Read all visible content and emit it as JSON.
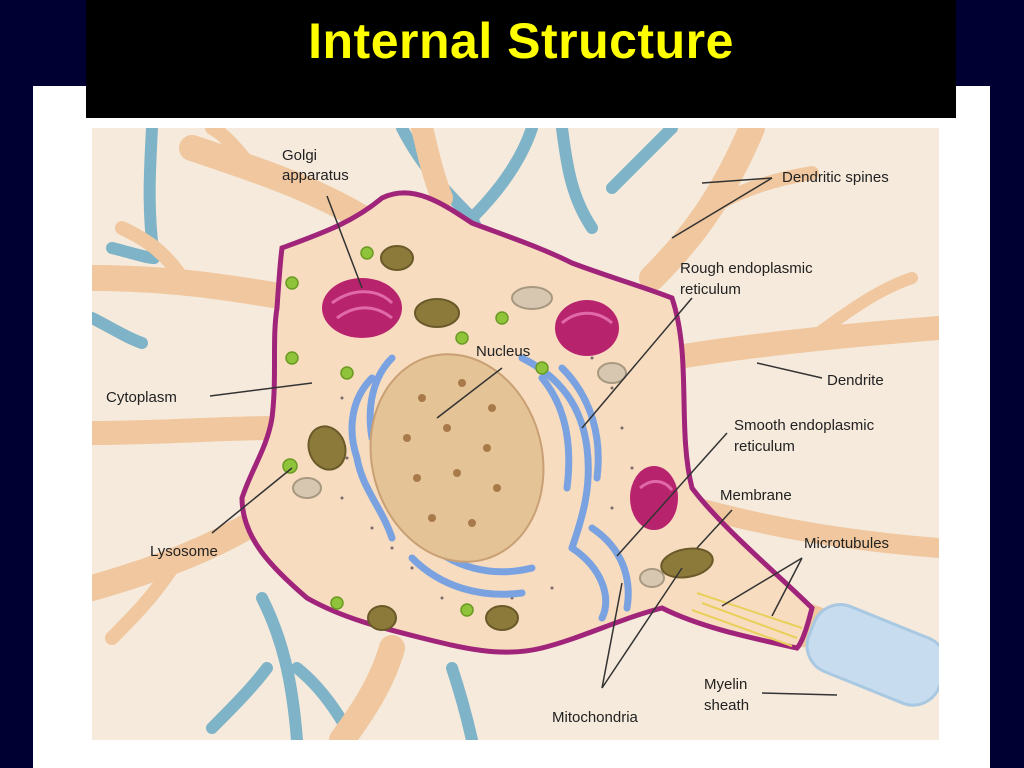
{
  "slide": {
    "title": "Internal Structure",
    "colors": {
      "background": "#000033",
      "title_bar": "#000000",
      "title_text": "#ffff00",
      "panel": "#ffffff",
      "cell_body": "#f7dcc0",
      "membrane": "#a0247a",
      "golgi": "#b8236e",
      "er": "#7aa2e0",
      "nucleus": "#e4c396",
      "mitochondria": "#8c7a3a",
      "lysosome": "#8fc43a",
      "neighbor_neurons": "#7fb3c8"
    }
  },
  "diagram": {
    "labels": {
      "golgi_line1": "Golgi",
      "golgi_line2": "apparatus",
      "dendritic_spines": "Dendritic spines",
      "rough_er_line1": "Rough endoplasmic",
      "rough_er_line2": "reticulum",
      "nucleus": "Nucleus",
      "cytoplasm": "Cytoplasm",
      "dendrite": "Dendrite",
      "smooth_er_line1": "Smooth endoplasmic",
      "smooth_er_line2": "reticulum",
      "membrane": "Membrane",
      "microtubules": "Microtubules",
      "lysosome": "Lysosome",
      "mitochondria": "Mitochondria",
      "myelin_line1": "Myelin",
      "myelin_line2": "sheath"
    }
  }
}
